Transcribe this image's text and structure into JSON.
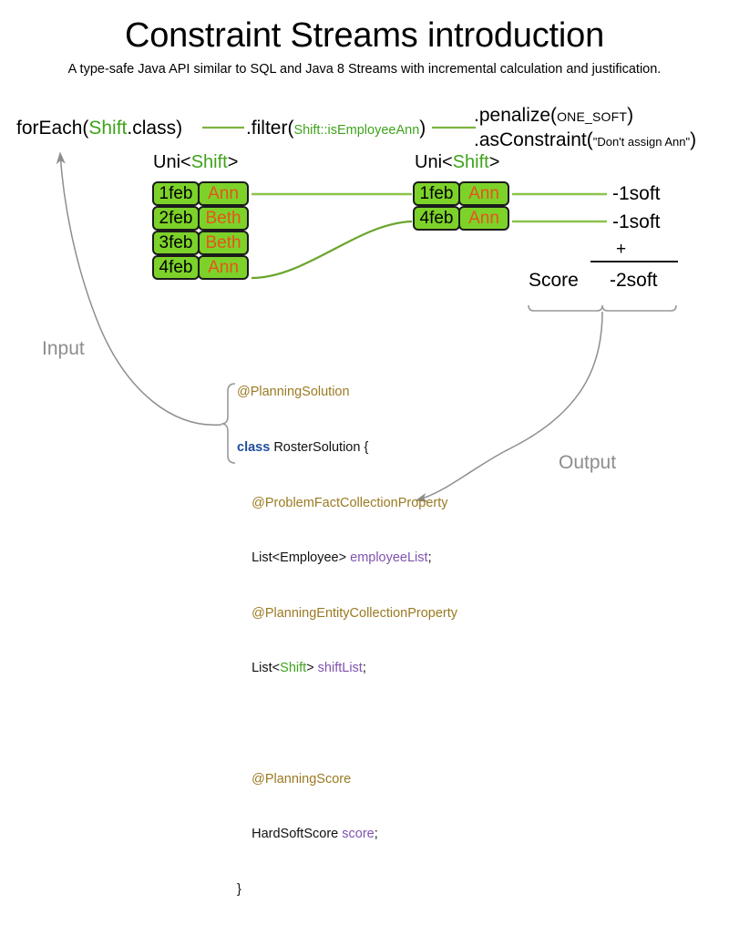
{
  "header": {
    "title": "Constraint Streams introduction",
    "subtitle": "A type-safe Java API similar to SQL and Java 8 Streams with incremental calculation and justification."
  },
  "pipeline": {
    "for_each_prefix": "forEach(",
    "for_each_type": "Shift",
    "for_each_suffix": ".class)",
    "filter_prefix": ".filter(",
    "filter_arg": "Shift::isEmployeeAnn",
    "filter_suffix": ")",
    "penalize_prefix": ".penalize(",
    "penalize_arg": "ONE_SOFT",
    "penalize_suffix": ")",
    "as_constraint_prefix": ".asConstraint(",
    "as_constraint_arg": "\"Don't assign Ann\"",
    "as_constraint_suffix": ")"
  },
  "streams": {
    "left_caption_prefix": "Uni<",
    "left_caption_type": "Shift",
    "left_caption_suffix": ">",
    "right_caption_prefix": "Uni<",
    "right_caption_type": "Shift",
    "right_caption_suffix": ">",
    "left_rows": [
      {
        "date": "1feb",
        "employee": "Ann"
      },
      {
        "date": "2feb",
        "employee": "Beth"
      },
      {
        "date": "3feb",
        "employee": "Beth"
      },
      {
        "date": "4feb",
        "employee": "Ann"
      }
    ],
    "right_rows": [
      {
        "date": "1feb",
        "employee": "Ann"
      },
      {
        "date": "4feb",
        "employee": "Ann"
      }
    ]
  },
  "score": {
    "penalty_1": "-1soft",
    "penalty_2": "-1soft",
    "plus": "+",
    "label": "Score",
    "total": "-2soft"
  },
  "flow": {
    "input_label": "Input",
    "output_label": "Output"
  },
  "code": {
    "line1_ann": "@PlanningSolution",
    "line2_kw": "class",
    "line2_rest": " RosterSolution {",
    "line3_ann": "    @ProblemFactCollectionProperty",
    "line4_type": "    List<Employee> ",
    "line4_var": "employeeList",
    "line4_semi": ";",
    "line5_ann": "    @PlanningEntityCollectionProperty",
    "line6_pre": "    List<",
    "line6_type": "Shift",
    "line6_mid": "> ",
    "line6_var": "shiftList",
    "line6_semi": ";",
    "line7_blank": "",
    "line8_ann": "    @PlanningScore",
    "line9_type": "    HardSoftScore ",
    "line9_var": "score",
    "line9_semi": ";",
    "line10_close": "}"
  },
  "colors": {
    "box_fill": "#7dd22a",
    "box_border": "#1b1b1b",
    "employee_text": "#e8541a",
    "type_green": "#3fa31b",
    "connector_green": "#8bc34a",
    "annotation_gold": "#9a7a22",
    "keyword_blue": "#1f4e9c",
    "variable_purple": "#8054b0",
    "flow_gray": "#8d8d8d"
  }
}
